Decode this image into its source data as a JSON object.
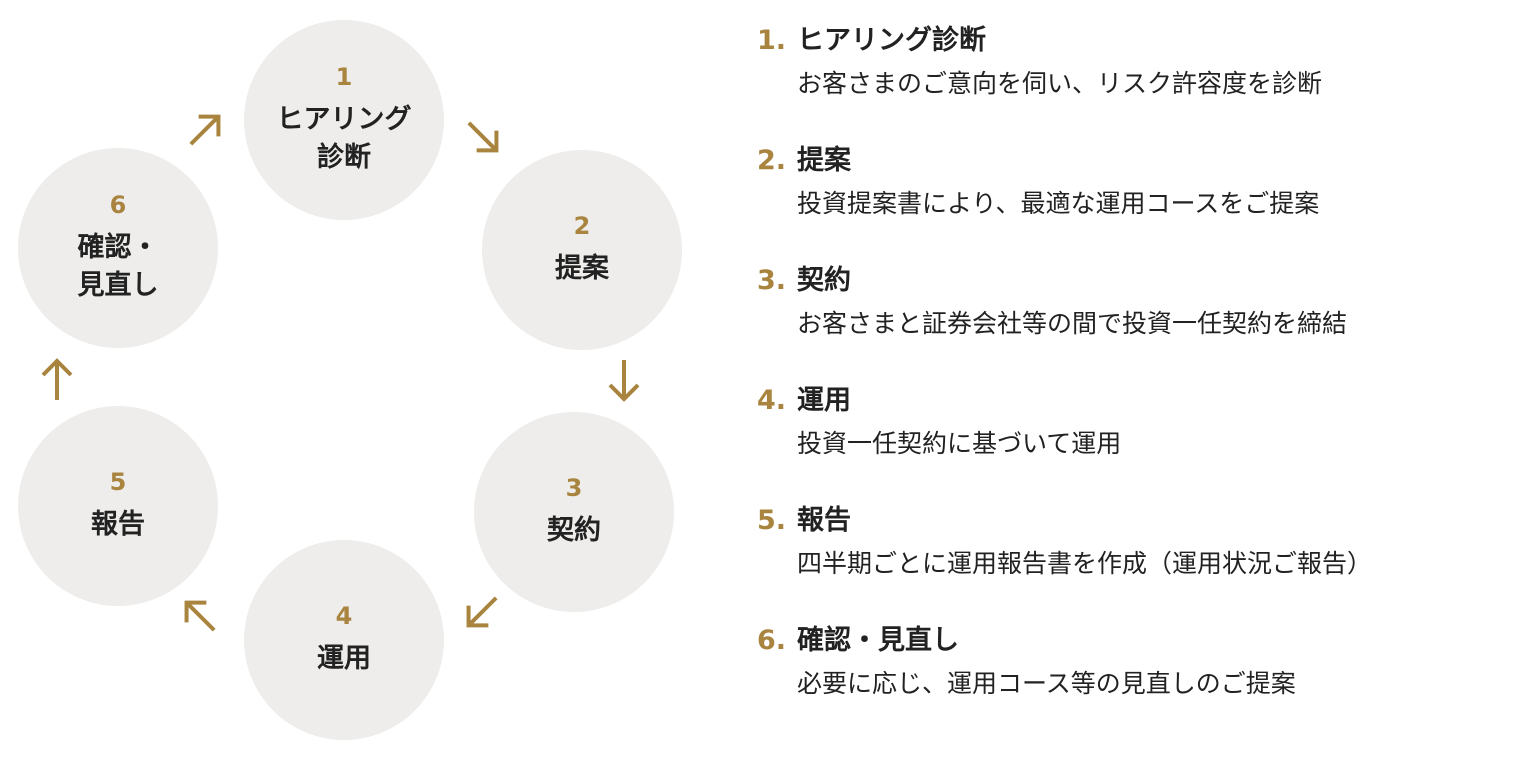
{
  "colors": {
    "accent": "#a8843f",
    "circle": "#eeedeb",
    "text": "#222222"
  },
  "cycle": [
    {
      "num": "1",
      "label": "ヒアリング\n診断"
    },
    {
      "num": "2",
      "label": "提案"
    },
    {
      "num": "3",
      "label": "契約"
    },
    {
      "num": "4",
      "label": "運用"
    },
    {
      "num": "5",
      "label": "報告"
    },
    {
      "num": "6",
      "label": "確認・\n見直し"
    }
  ],
  "steps": [
    {
      "num": "1.",
      "title": "ヒアリング診断",
      "desc": "お客さまのご意向を伺い、リスク許容度を診断"
    },
    {
      "num": "2.",
      "title": "提案",
      "desc": "投資提案書により、最適な運用コースをご提案"
    },
    {
      "num": "3.",
      "title": "契約",
      "desc": "お客さまと証券会社等の間で投資一任契約を締結"
    },
    {
      "num": "4.",
      "title": "運用",
      "desc": "投資一任契約に基づいて運用"
    },
    {
      "num": "5.",
      "title": "報告",
      "desc": "四半期ごとに運用報告書を作成（運用状況ご報告）"
    },
    {
      "num": "6.",
      "title": "確認・見直し",
      "desc": "必要に応じ、運用コース等の見直しのご提案"
    }
  ]
}
